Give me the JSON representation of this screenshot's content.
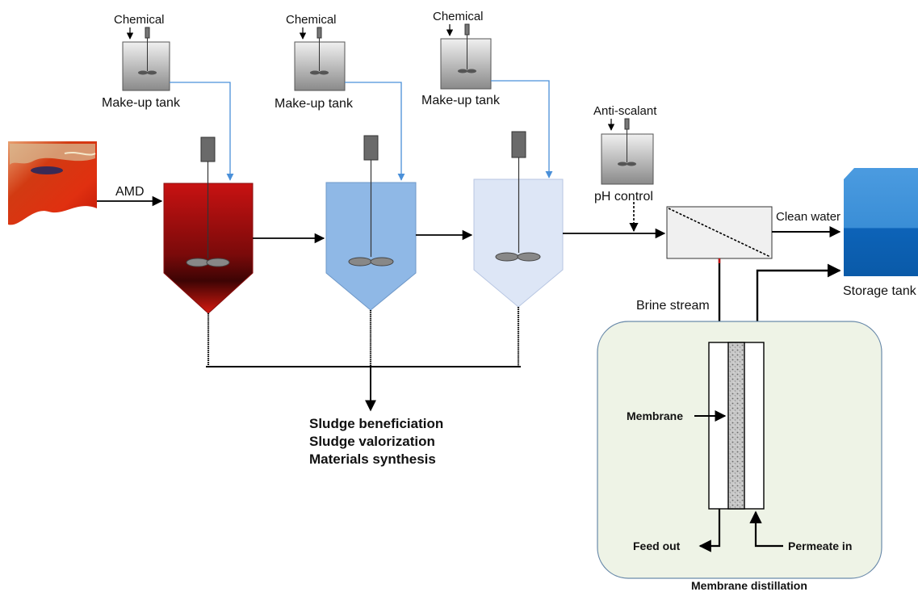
{
  "labels": {
    "chemical_1": "Chemical",
    "chemical_2": "Chemical",
    "chemical_3": "Chemical",
    "makeup_1": "Make-up tank",
    "makeup_2": "Make-up tank",
    "makeup_3": "Make-up tank",
    "antiscalant": "Anti-scalant",
    "ph_control": "pH control",
    "amd": "AMD",
    "clean_water": "Clean water",
    "storage_tank": "Storage tank",
    "brine_stream": "Brine stream",
    "sludge_1": "Sludge beneficiation",
    "sludge_2": "Sludge valorization",
    "sludge_3": "Materials synthesis",
    "membrane": "Membrane",
    "feed_out": "Feed out",
    "permeate_in": "Permeate in",
    "membrane_distillation": "Membrane distillation"
  },
  "colors": {
    "reactor_1": "#c21010",
    "reactor_1_dark": "#4a0606",
    "reactor_2": "#8fb8e6",
    "reactor_3": "#dde6f6",
    "makeup_tank": "#a8a8a8",
    "storage_tank": "#3a8ed6",
    "md_panel": "#eef3e6",
    "flow_line": "#000000",
    "chemical_line": "#4a90d9"
  }
}
